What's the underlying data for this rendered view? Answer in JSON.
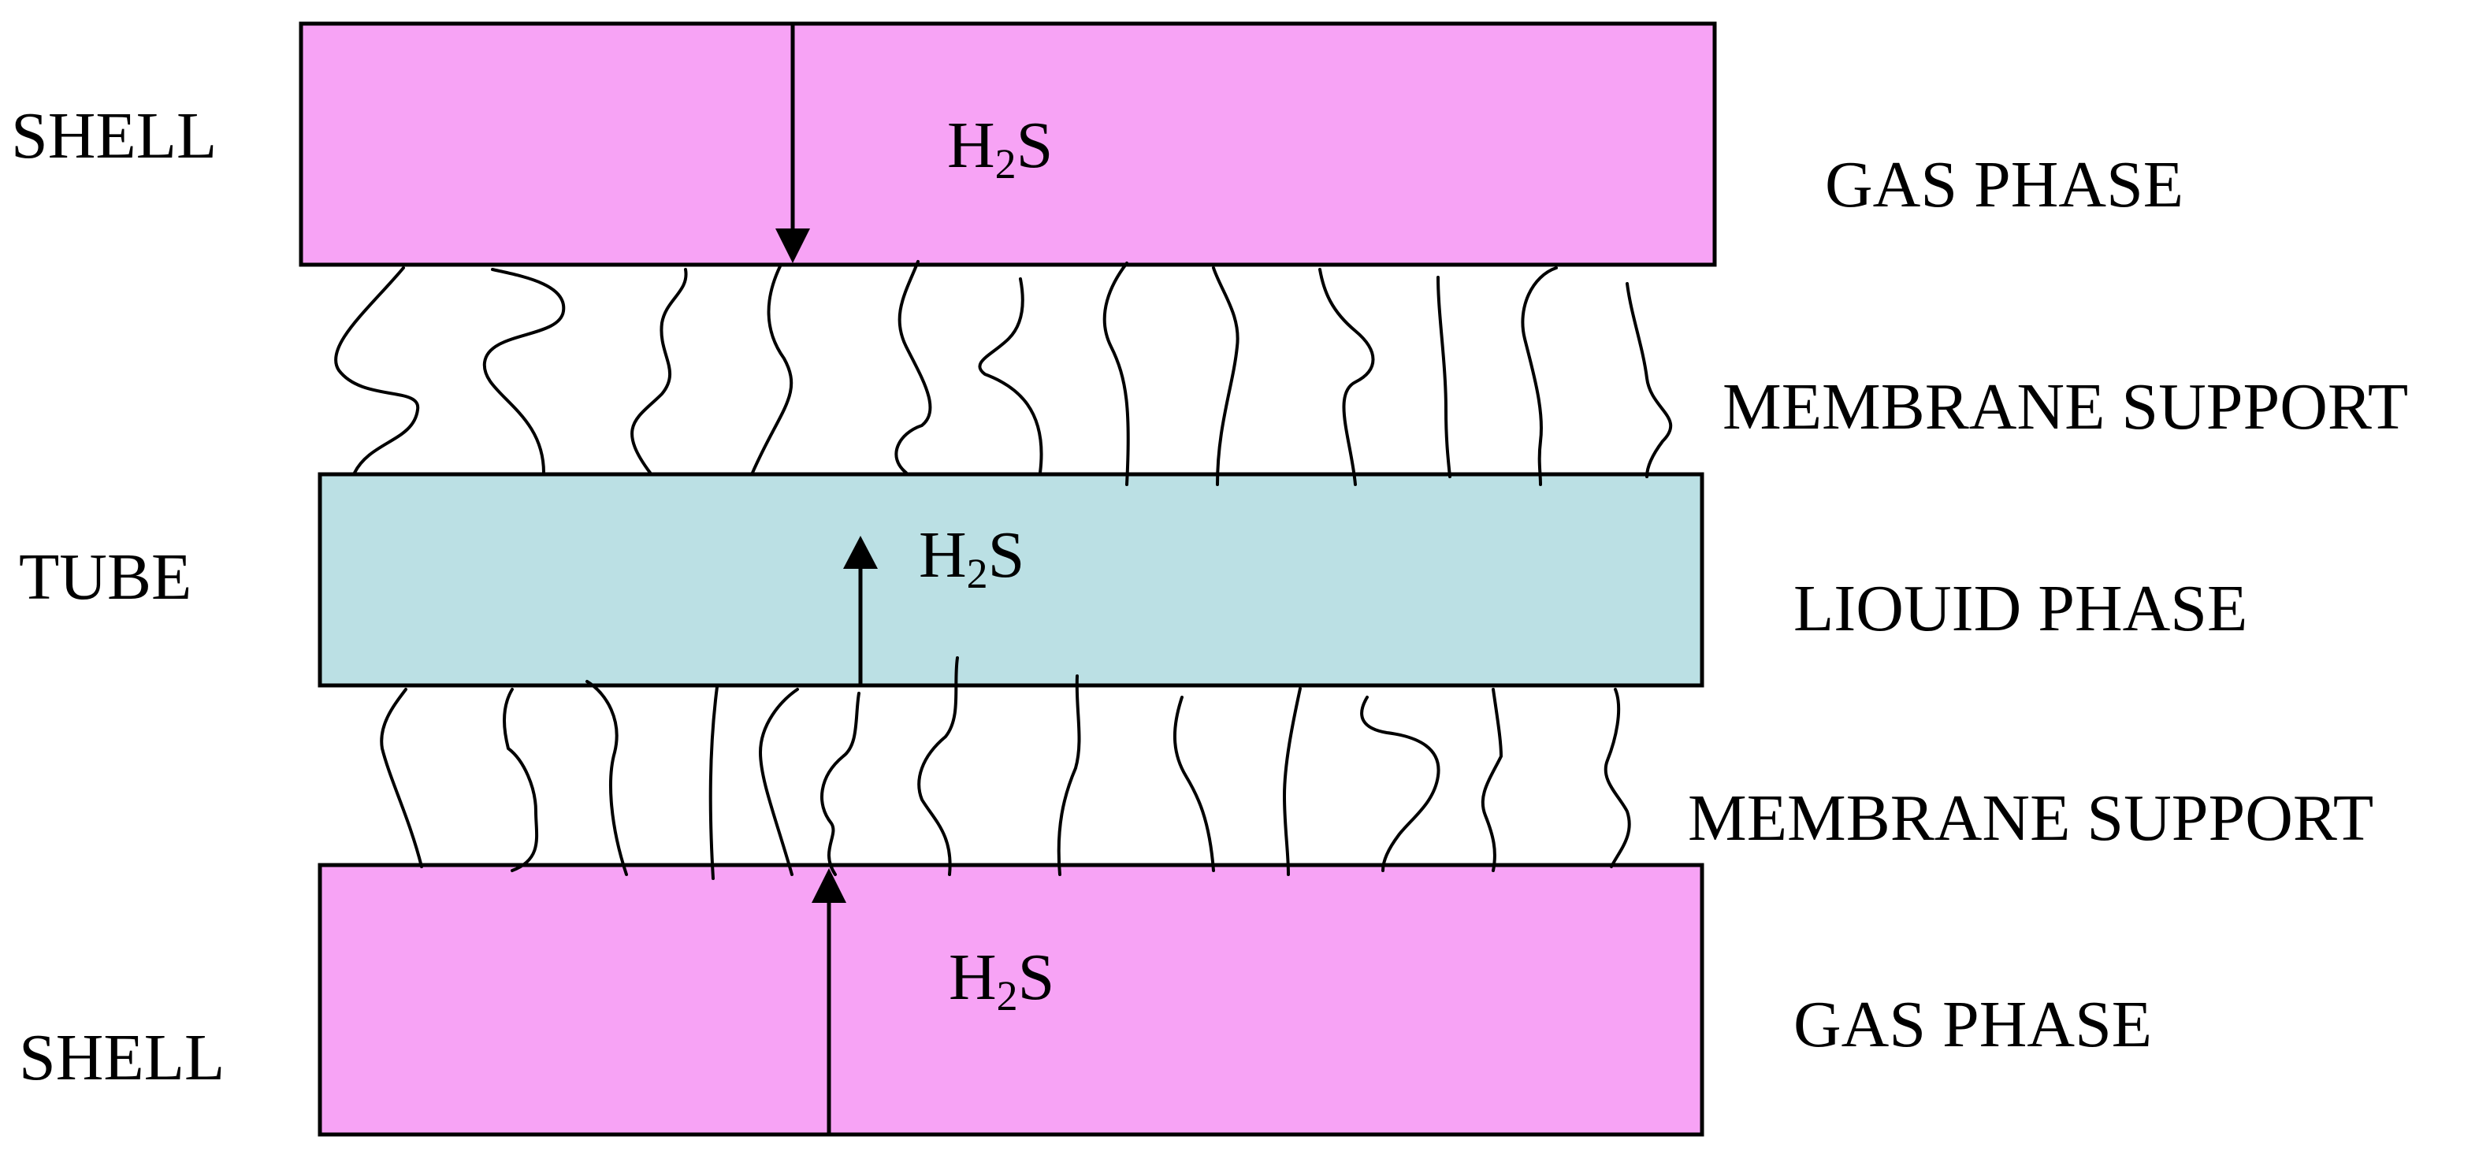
{
  "labels": {
    "shell_top": "SHELL",
    "tube": "TUBE",
    "shell_bottom": "SHELL",
    "gas_phase_top": "GAS PHASE",
    "membrane_support_top": "MEMBRANE SUPPORT",
    "liquid_phase": "LIOUID PHASE",
    "membrane_support_bottom": "MEMBRANE SUPPORT",
    "gas_phase_bottom": "GAS PHASE"
  },
  "species": {
    "top": {
      "base": "H",
      "sub": "2",
      "tail": "S"
    },
    "middle": {
      "base": "H",
      "sub": "2",
      "tail": "S"
    },
    "bottom": {
      "base": "H",
      "sub": "2",
      "tail": "S"
    }
  },
  "colors": {
    "gas": "#f7a3f5",
    "liquid": "#bbe0e4",
    "stroke": "#000000"
  }
}
